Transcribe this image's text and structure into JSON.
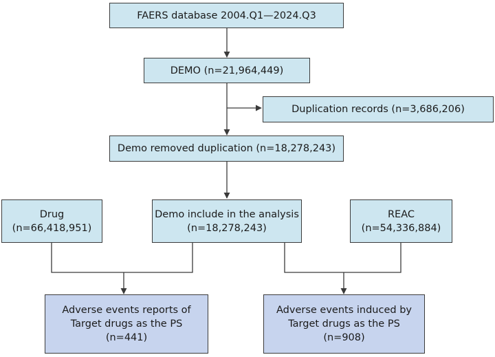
{
  "nodes": {
    "faers": {
      "lines": [
        "FAERS database 2004.Q1—2024.Q3"
      ]
    },
    "demo": {
      "lines": [
        "DEMO (n=21,964,449)"
      ]
    },
    "duplication": {
      "lines": [
        "Duplication records (n=3,686,206)"
      ]
    },
    "demo_removed": {
      "lines": [
        "Demo removed duplication (n=18,278,243)"
      ]
    },
    "drug": {
      "lines": [
        "Drug",
        "(n=66,418,951)"
      ]
    },
    "demo_include": {
      "lines": [
        "Demo include in the analysis",
        "(n=18,278,243)"
      ]
    },
    "reac": {
      "lines": [
        "REAC",
        "(n=54,336,884)"
      ]
    },
    "ae_reports": {
      "lines": [
        "Adverse events reports of",
        "Target drugs as the PS",
        "(n=441)"
      ]
    },
    "ae_induced": {
      "lines": [
        "Adverse events induced by",
        "Target drugs as the PS",
        "(n=908)"
      ]
    }
  },
  "colors": {
    "box_fill": "#cde6f0",
    "result_fill": "#c7d4ee",
    "stroke": "#3a3a3a"
  }
}
